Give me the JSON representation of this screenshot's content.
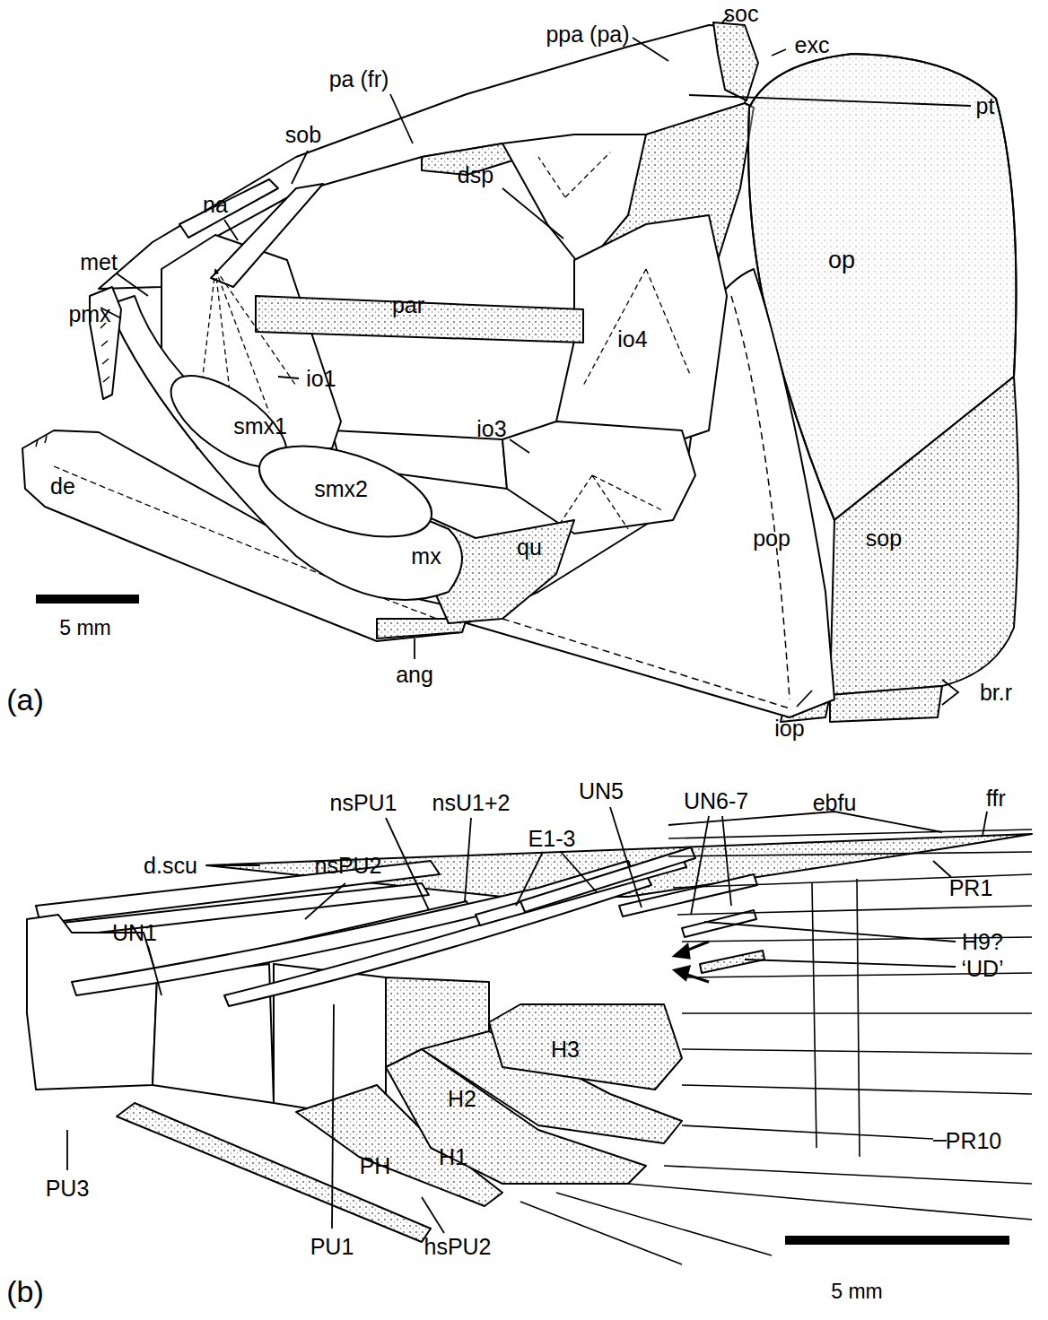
{
  "diagram": {
    "labels": [
      "ppa (pa)",
      "soc",
      "exc",
      "pa (fr)",
      "pt",
      "sob",
      "na",
      "met",
      "dsp",
      "op",
      "pmx",
      "par",
      "io1",
      "io4",
      "io3",
      "de",
      "smx1",
      "smx2",
      "qu",
      "mx",
      "pop",
      "sop",
      "5 mm",
      "ang",
      "br.r",
      "iop",
      "(a)",
      "nsPU1",
      "nsU1+2",
      "UN5",
      "E1-3",
      "UN6-7",
      "ebfu",
      "ffr",
      "d.scu",
      "nsPU2",
      "PR1",
      "H9?",
      "UN1",
      "‘UD’",
      "H3",
      "H2",
      "PR10",
      "PH",
      "H1",
      "PU3",
      "PU1",
      "hsPU2",
      "(b)",
      "5 mm"
    ]
  }
}
